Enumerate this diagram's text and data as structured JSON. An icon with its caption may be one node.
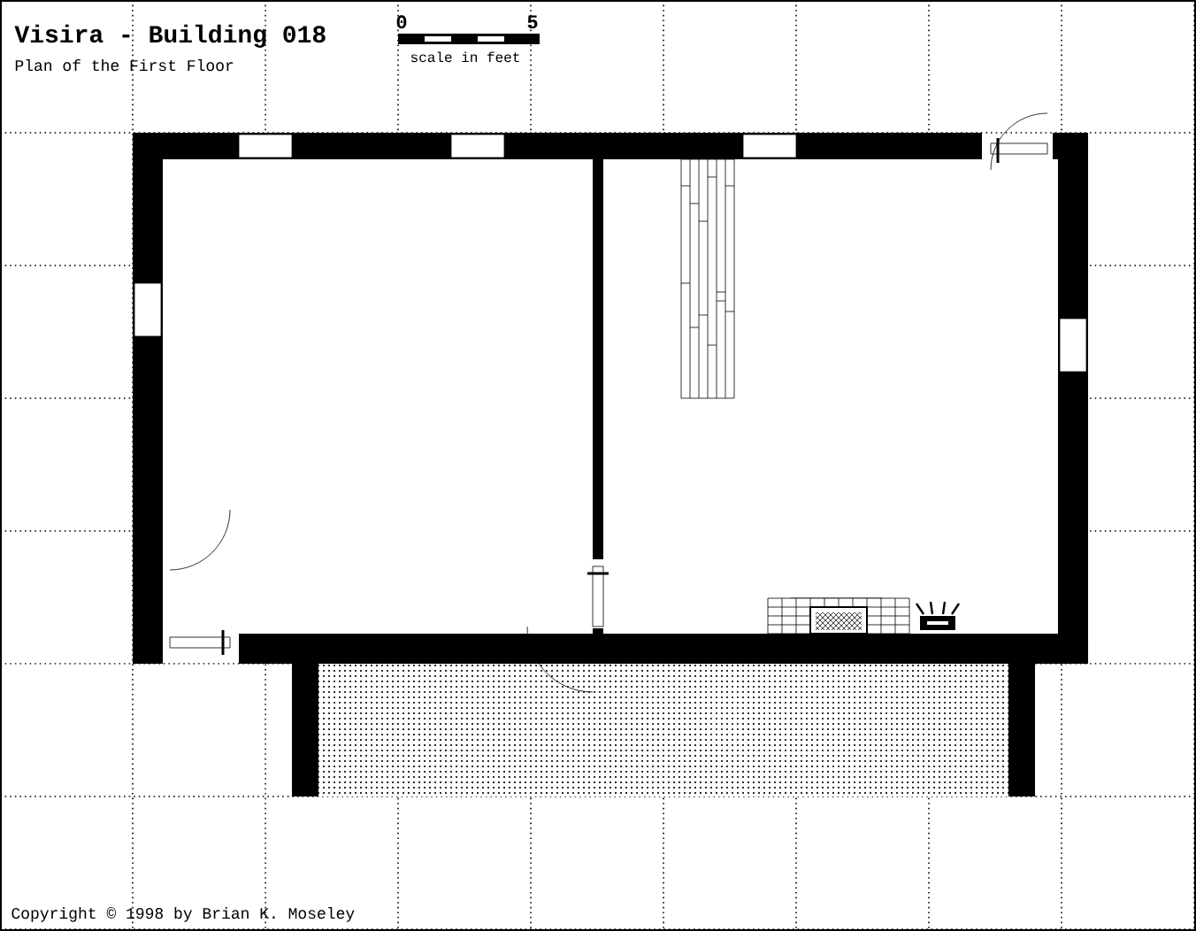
{
  "diagram": {
    "title": "Visira - Building 018",
    "labels": [
      "Plan of the First Floor",
      "0",
      "5",
      "scale in feet",
      "Copyright © 1998 by Brian K. Moseley"
    ]
  }
}
